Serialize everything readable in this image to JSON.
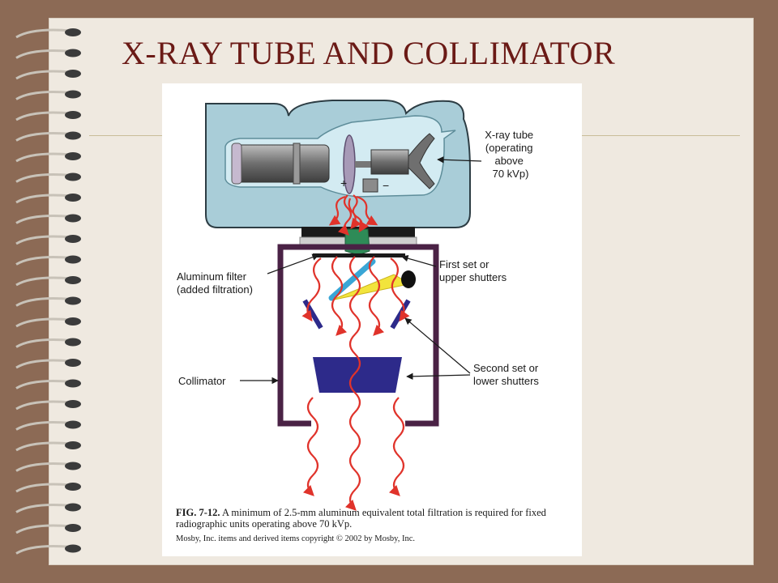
{
  "slide": {
    "title": "X-RAY TUBE AND COLLIMATOR"
  },
  "figure": {
    "labels": {
      "xray_tube": [
        "X-ray tube",
        "(operating",
        "above",
        "70 kVp)"
      ],
      "aluminum_filter": [
        "Aluminum filter",
        "(added filtration)"
      ],
      "first_shutters": [
        "First set or",
        "upper shutters"
      ],
      "collimator": "Collimator",
      "second_shutters": [
        "Second set or",
        "lower shutters"
      ],
      "plus_sign": "+",
      "minus_sign": "−"
    },
    "caption": {
      "fig_number": "FIG. 7-12.",
      "text": " A minimum of 2.5-mm aluminum equivalent total filtration is required for fixed radiographic units operating above 70 kVp."
    },
    "copyright": "Mosby, Inc. items and derived items copyright © 2002 by Mosby, Inc."
  },
  "colors": {
    "background": "#8c6a55",
    "slide": "#efe9e0",
    "title": "#6b1a16",
    "housing": "#a9cdd8",
    "collimator": "#4a2245",
    "shutter": "#2d2a8a",
    "ray": "#e0332b",
    "mirror": "#3aa6d6",
    "light_beam": "#f2e43c"
  }
}
